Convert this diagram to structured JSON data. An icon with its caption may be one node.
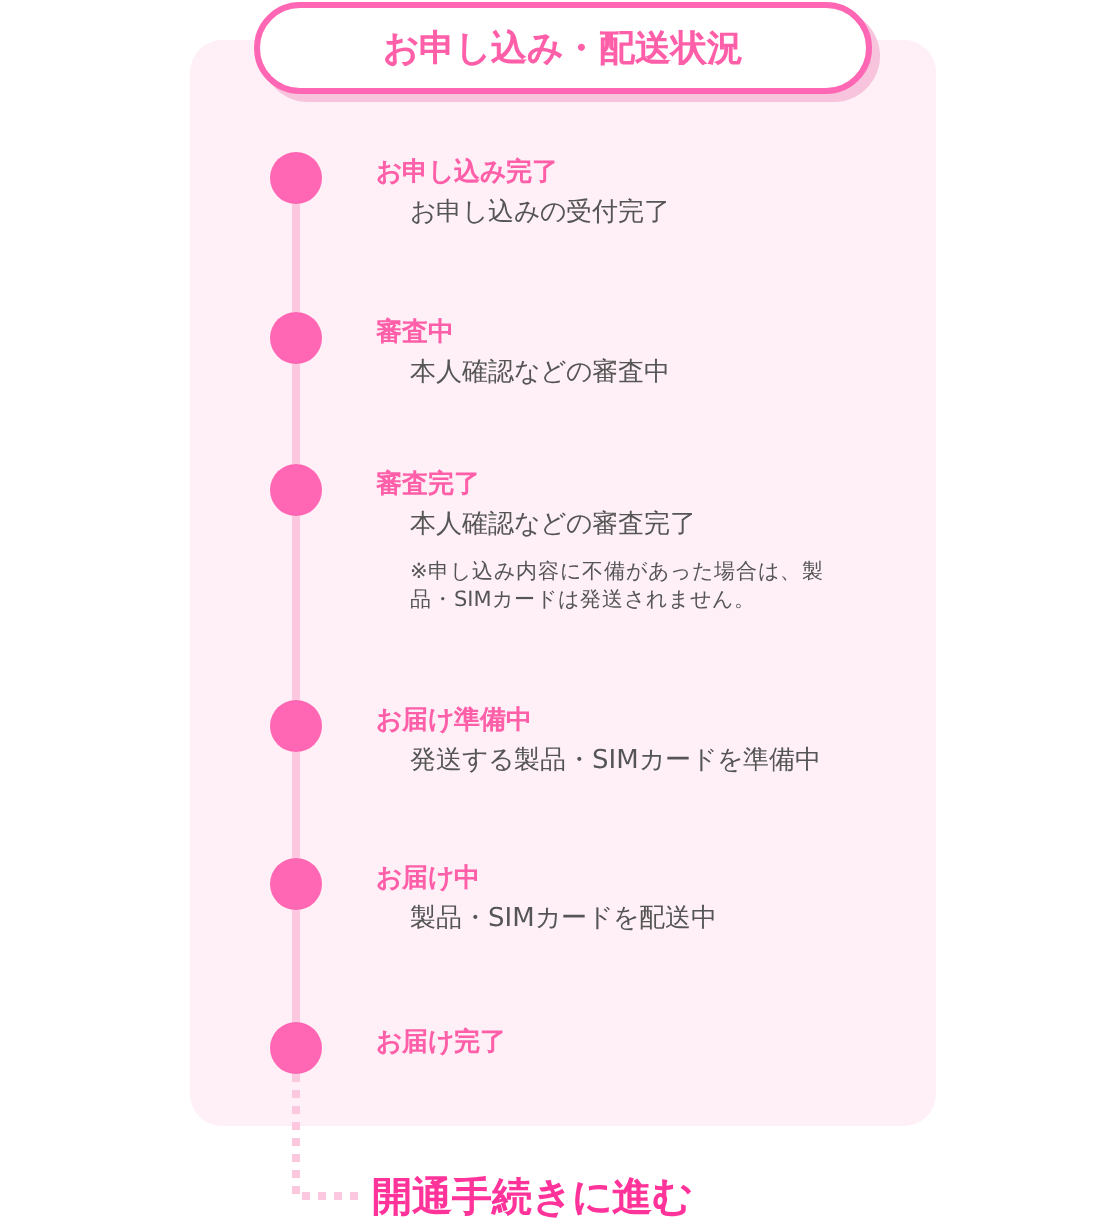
{
  "diagram": {
    "title": "お申し込み・配送状況",
    "nodes": [
      {
        "text": [],
        "shape": "circle",
        "beside": [
          "お申し込み完了",
          "お申し込みの受付完了"
        ]
      },
      {
        "text": [],
        "shape": "circle",
        "beside": [
          "審査中",
          "本人確認などの審査中"
        ]
      },
      {
        "text": [],
        "shape": "circle",
        "beside": [
          "審査完了",
          "本人確認などの審査完了",
          "※申し込み内容に不備があった場合は、製品・SIMカードは発送されません。"
        ]
      },
      {
        "text": [],
        "shape": "circle",
        "beside": [
          "お届け準備中",
          "発送する製品・SIMカードを準備中"
        ]
      },
      {
        "text": [],
        "shape": "circle",
        "beside": [
          "お届け中",
          "製品・SIMカードを配送中"
        ]
      },
      {
        "text": [],
        "shape": "circle",
        "beside": [
          "お届け完了"
        ]
      },
      {
        "text": [
          "開通手続きに進む"
        ]
      }
    ],
    "edges": [
      {
        "from": 0,
        "to": 1,
        "arrow": "none"
      },
      {
        "from": 1,
        "to": 2,
        "arrow": "none"
      },
      {
        "from": 2,
        "to": 3,
        "arrow": "none"
      },
      {
        "from": 3,
        "to": 4,
        "arrow": "none"
      },
      {
        "from": 4,
        "to": 5,
        "arrow": "none"
      },
      {
        "from": 5,
        "to": 6,
        "arrow": "none",
        "style": "dashed"
      }
    ]
  }
}
